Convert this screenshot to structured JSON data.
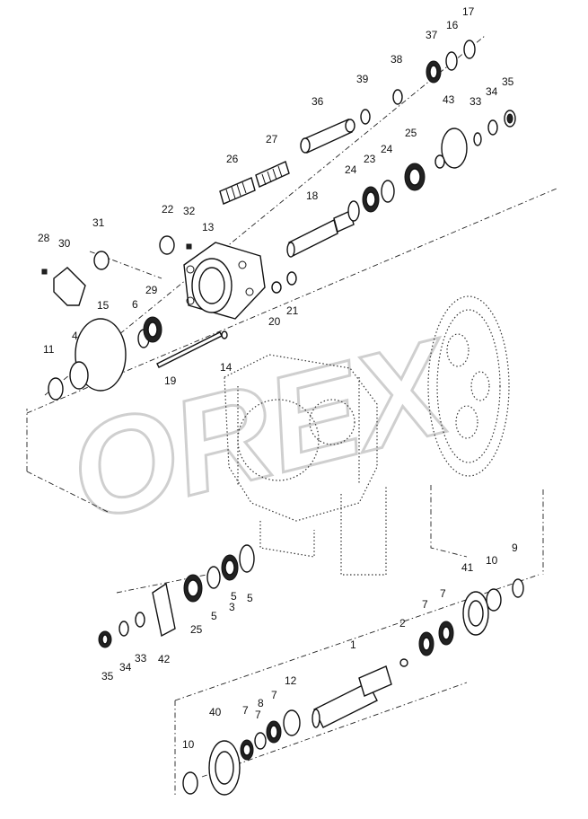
{
  "diagram": {
    "watermark": "OREX",
    "callouts": [
      "1",
      "2",
      "3",
      "4",
      "5",
      "5",
      "5",
      "6",
      "7",
      "7",
      "7",
      "7",
      "7",
      "8",
      "9",
      "10",
      "10",
      "11",
      "12",
      "13",
      "14",
      "15",
      "16",
      "17",
      "18",
      "19",
      "20",
      "21",
      "22",
      "23",
      "24",
      "24",
      "25",
      "25",
      "26",
      "27",
      "28",
      "29",
      "30",
      "31",
      "32",
      "33",
      "33",
      "34",
      "34",
      "35",
      "35",
      "36",
      "37",
      "38",
      "39",
      "40",
      "41",
      "42",
      "43"
    ]
  }
}
